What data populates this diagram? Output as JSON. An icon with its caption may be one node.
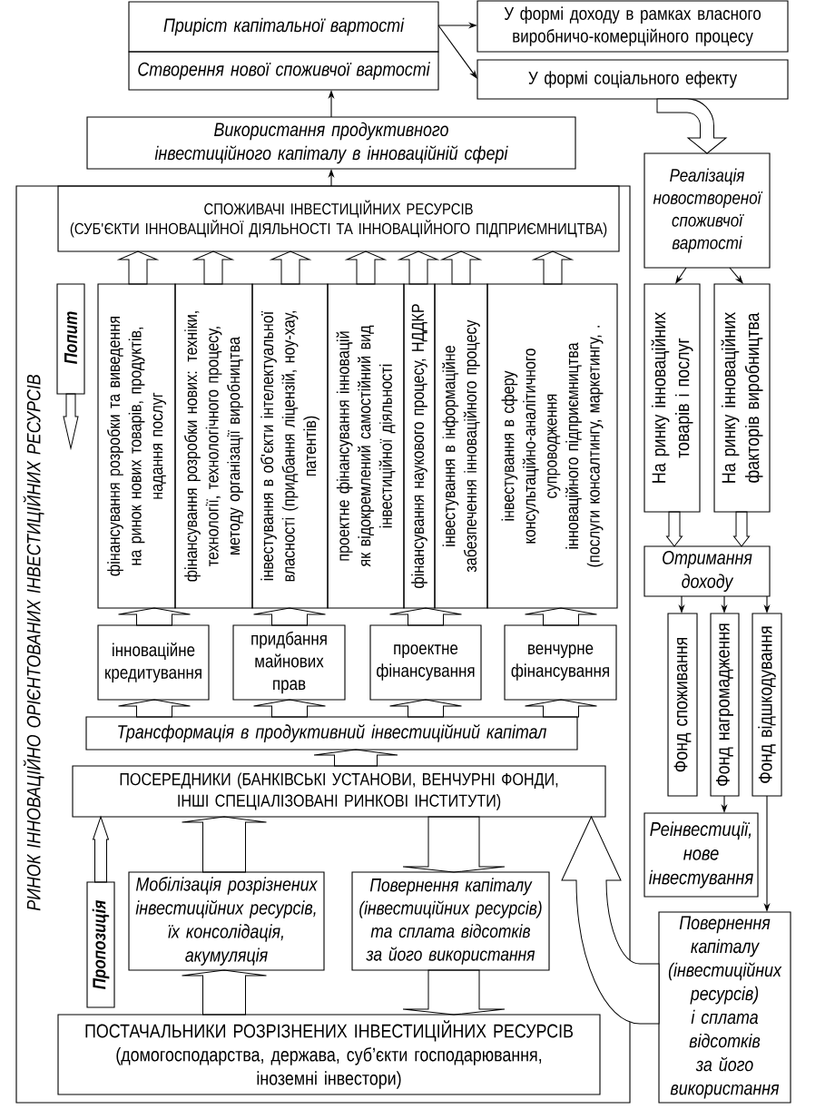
{
  "diagram": {
    "nodes": [
      {
        "text": [
          "Приріст капітальної вартості"
        ]
      },
      {
        "text": [
          "Створення нової споживчої вартості"
        ]
      },
      {
        "text": [
          "У формі доходу в рамках власного виробничо-комерційного процесу"
        ]
      },
      {
        "text": [
          "У формі соціального ефекту"
        ]
      },
      {
        "text": [
          "Використання продуктивного інвестиційного капіталу в інноваційній сфері"
        ]
      },
      {
        "text": [
          "РИНОК ІННОВАЦІЙНО ОРІЄНТОВАНИХ ІНВЕСТИЦІЙНИХ РЕСУРСІВ"
        ]
      },
      {
        "text": [
          "СПОЖИВАЧІ ІНВЕСТИЦІЙНИХ РЕСУРСІВ",
          "(СУБ'ЄКТИ ІННОВАЦІЙНОЇ ДІЯЛЬНОСТІ ТА ІННОВАЦІЙНОГО ПІДПРИЄМНИЦТВА)"
        ],
        "in": 5
      },
      {
        "text": [
          "Попит"
        ],
        "in": 5
      },
      {
        "text": [
          "фінансування розробки та виведення на ринок нових товарів, продуктів, надання послуг"
        ],
        "in": 5
      },
      {
        "text": [
          "фінансування розробки нових: техніки, технології, технологічного процесу, методу організації виробництва"
        ],
        "in": 5
      },
      {
        "text": [
          "інвестування в об'єкти інтелектуальної власності (придбання ліцензій, ноу-хау, патентів)"
        ],
        "in": 5
      },
      {
        "text": [
          "проектне фінансування інновацій як відокремлений самостійний вид інвестиційної діяльності"
        ],
        "in": 5
      },
      {
        "text": [
          "фінансування наукового процесу, НДДКР"
        ],
        "in": 5
      },
      {
        "text": [
          "інвестування в інформаційне забезпечення інноваційного процесу"
        ],
        "in": 5
      },
      {
        "text": [
          "інвестування в сферу консультаційно-аналітичного супроводження інноваційного підприємництва (послуги консалтингу, маркетингу, ."
        ],
        "in": 5
      },
      {
        "text": [
          "інноваційне кредитування"
        ],
        "in": 5
      },
      {
        "text": [
          "придбання майнових прав"
        ],
        "in": 5
      },
      {
        "text": [
          "проектне фінансування"
        ],
        "in": 5
      },
      {
        "text": [
          "венчурне фінансування"
        ],
        "in": 5
      },
      {
        "text": [
          "Трансформація в продуктивний інвестиційний капітал"
        ],
        "in": 5
      },
      {
        "text": [
          "ПОСЕРЕДНИКИ (БАНКІВСЬКІ УСТАНОВИ, ВЕНЧУРНІ ФОНДИ, ІНШІ СПЕЦІАЛІЗОВАНІ РИНКОВІ ІНСТИТУТИ)"
        ],
        "in": 5
      },
      {
        "text": [
          "Мобілізація розрізнених інвестиційних ресурсів, їх консолідація, акумуляція"
        ],
        "in": 5
      },
      {
        "text": [
          "Повернення капіталу (інвестиційних ресурсів) та сплата відсотків за його використання"
        ],
        "in": 5
      },
      {
        "text": [
          "Пропозиція"
        ],
        "in": 5
      },
      {
        "text": [
          "ПОСТАЧАЛЬНИКИ РОЗРІЗНЕНИХ ІНВЕСТИЦІЙНИХ РЕСУРСІВ",
          "(домогосподарства, держава, суб’єкти господарювання, іноземні інвестори)"
        ],
        "in": 5
      },
      {
        "text": [
          "Реалізація новоствореної споживчої вартості"
        ]
      },
      {
        "text": [
          "На ринку інноваційних товарів і послуг"
        ]
      },
      {
        "text": [
          "На ринку інноваційних факторів виробництва"
        ]
      },
      {
        "text": [
          "Отримання доходу"
        ]
      },
      {
        "text": [
          "Фонд споживання"
        ]
      },
      {
        "text": [
          "Фонд нагромадження"
        ]
      },
      {
        "text": [
          "Фонд відшкодування"
        ]
      },
      {
        "text": [
          "Реінвестиції, нове інвестування"
        ]
      },
      {
        "text": [
          "Повернення капіталу (інвестиційних ресурсів) і сплата відсотків за його використання"
        ]
      }
    ],
    "edges": [
      {
        "from": 0,
        "to": 2,
        "arrow": "to"
      },
      {
        "from": 0,
        "to": 3,
        "arrow": "to"
      },
      {
        "from": 4,
        "to": 1,
        "arrow": "to"
      },
      {
        "from": 6,
        "to": 4,
        "arrow": "to"
      },
      {
        "from": 8,
        "to": 6,
        "arrow": "to",
        "style": "thick"
      },
      {
        "from": 9,
        "to": 6,
        "arrow": "to",
        "style": "thick"
      },
      {
        "from": 10,
        "to": 6,
        "arrow": "to",
        "style": "thick"
      },
      {
        "from": 11,
        "to": 6,
        "arrow": "to",
        "style": "thick"
      },
      {
        "from": 12,
        "to": 6,
        "arrow": "to",
        "style": "thick"
      },
      {
        "from": 13,
        "to": 6,
        "arrow": "to",
        "style": "thick"
      },
      {
        "from": 14,
        "to": 6,
        "arrow": "to",
        "style": "thick"
      },
      {
        "from": 15,
        "to": 8,
        "arrow": "to",
        "style": "thick"
      },
      {
        "from": 16,
        "to": 10,
        "arrow": "to",
        "style": "thick"
      },
      {
        "from": 17,
        "to": 12,
        "arrow": "to",
        "style": "thick"
      },
      {
        "from": 18,
        "to": 14,
        "arrow": "to",
        "style": "thick"
      },
      {
        "from": 19,
        "to": 15,
        "arrow": "to",
        "style": "thick"
      },
      {
        "from": 19,
        "to": 16,
        "arrow": "to",
        "style": "thick"
      },
      {
        "from": 19,
        "to": 17,
        "arrow": "to",
        "style": "thick"
      },
      {
        "from": 19,
        "to": 18,
        "arrow": "to",
        "style": "thick"
      },
      {
        "from": 20,
        "to": 19,
        "arrow": "to",
        "style": "thick"
      },
      {
        "from": 21,
        "to": 20,
        "arrow": "to",
        "style": "thick"
      },
      {
        "from": 20,
        "to": 22,
        "arrow": "to",
        "style": "thick"
      },
      {
        "from": 24,
        "to": 21,
        "arrow": "to",
        "style": "thick"
      },
      {
        "from": 22,
        "to": 24,
        "arrow": "to",
        "style": "thick"
      },
      {
        "from": 23,
        "to": 20,
        "arrow": "to",
        "style": "thick"
      },
      {
        "from": 7,
        "to": null,
        "arrow": "to",
        "style": "thick"
      },
      {
        "from": 3,
        "to": 25,
        "arrow": "to",
        "style": "thick"
      },
      {
        "from": 25,
        "to": 26,
        "arrow": "to"
      },
      {
        "from": 25,
        "to": 27,
        "arrow": "to"
      },
      {
        "from": 26,
        "to": 28,
        "arrow": "to",
        "style": "thick"
      },
      {
        "from": 27,
        "to": 28,
        "arrow": "to",
        "style": "thick"
      },
      {
        "from": 28,
        "to": 29,
        "arrow": "to"
      },
      {
        "from": 28,
        "to": 30,
        "arrow": "to"
      },
      {
        "from": 28,
        "to": 31,
        "arrow": "to"
      },
      {
        "from": 30,
        "to": 32,
        "arrow": "to"
      },
      {
        "from": 31,
        "to": 33,
        "arrow": "to"
      },
      {
        "from": 33,
        "to": 20,
        "arrow": "to",
        "style": "thick"
      }
    ]
  }
}
